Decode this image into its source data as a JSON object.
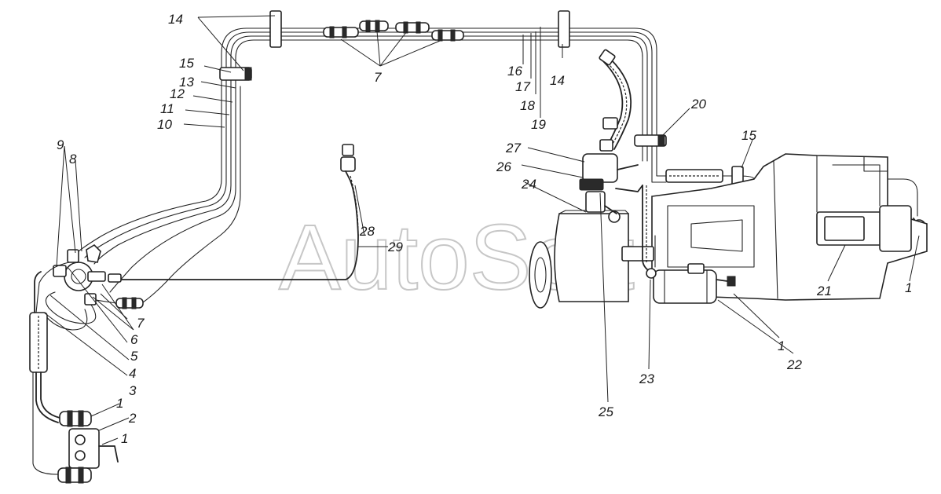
{
  "watermark": "AutoSoft",
  "callouts": {
    "c1a": "1",
    "c1b": "1",
    "c1c": "1",
    "c1d": "1",
    "c2": "2",
    "c3": "3",
    "c4": "4",
    "c5": "5",
    "c6": "6",
    "c7a": "7",
    "c7b": "7",
    "c8": "8",
    "c9": "9",
    "c10": "10",
    "c11": "11",
    "c12": "12",
    "c13": "13",
    "c14a": "14",
    "c14b": "14",
    "c15a": "15",
    "c15b": "15",
    "c16": "16",
    "c17": "17",
    "c18": "18",
    "c19": "19",
    "c20": "20",
    "c21": "21",
    "c22": "22",
    "c23": "23",
    "c24": "24",
    "c25": "25",
    "c26": "26",
    "c27": "27",
    "c28": "28",
    "c29": "29"
  }
}
